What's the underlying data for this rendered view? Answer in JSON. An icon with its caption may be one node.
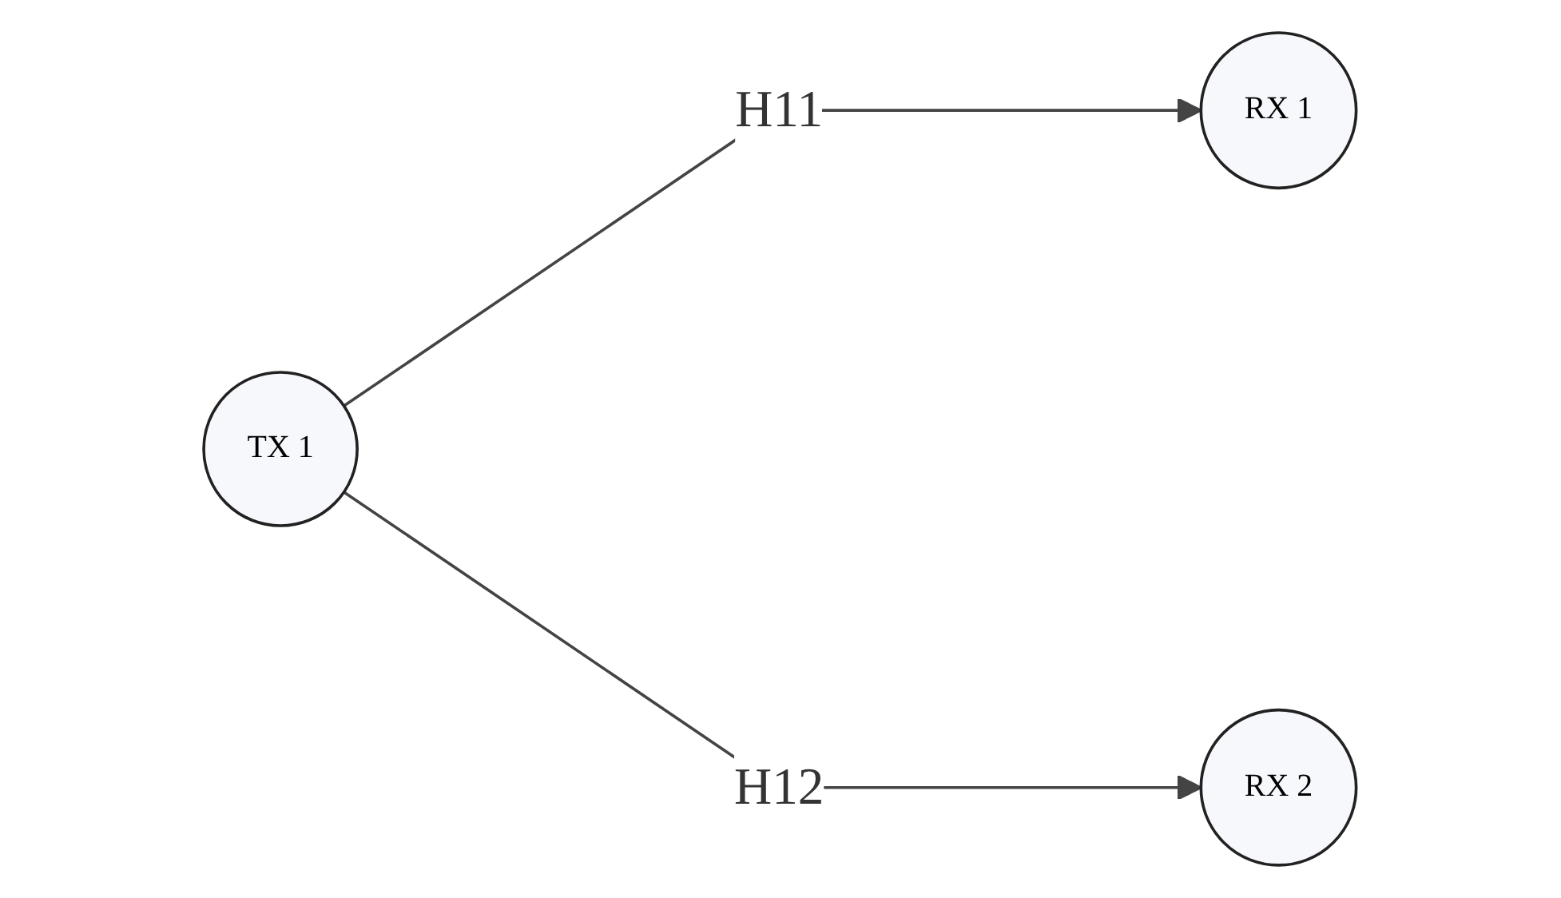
{
  "diagram": {
    "nodes": [
      {
        "text": [
          "TX 1"
        ]
      },
      {
        "text": [
          "RX 1"
        ]
      },
      {
        "text": [
          "RX 2"
        ]
      }
    ],
    "edges": [
      {
        "from": 0,
        "to": 1,
        "arrow": "to",
        "label": "H11"
      },
      {
        "from": 0,
        "to": 2,
        "arrow": "to",
        "label": "H12"
      }
    ]
  }
}
